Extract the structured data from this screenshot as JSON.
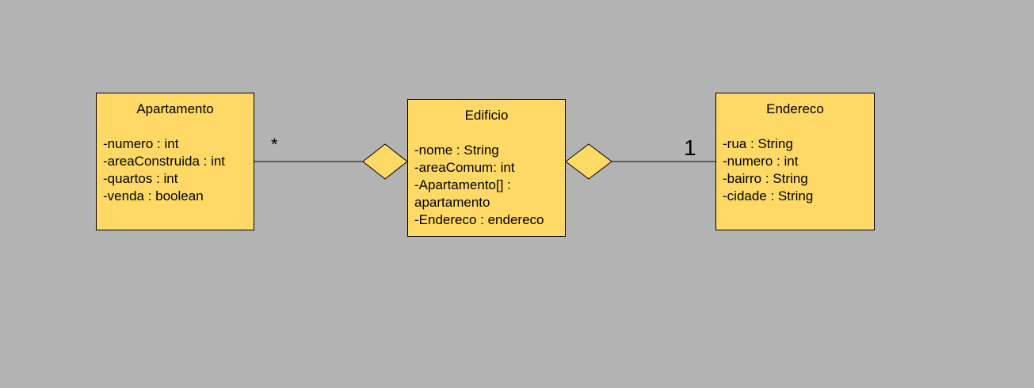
{
  "classes": {
    "apartamento": {
      "name": "Apartamento",
      "attributes": [
        "-numero : int",
        "-areaConstruida : int",
        "-quartos : int",
        "-venda : boolean"
      ]
    },
    "edificio": {
      "name": "Edificio",
      "attributes": [
        "-nome : String",
        "-areaComum: int",
        "-Apartamento[] : apartamento",
        "-Endereco : endereco"
      ]
    },
    "endereco": {
      "name": "Endereco",
      "attributes": [
        "-rua : String",
        "-numero : int",
        "-bairro : String",
        "-cidade : String"
      ]
    }
  },
  "associations": {
    "apartamento_edificio": {
      "multiplicity": "*",
      "end_style": "aggregation"
    },
    "edificio_endereco": {
      "multiplicity": "1",
      "end_style": "aggregation"
    }
  },
  "colors": {
    "background": "#b3b3b3",
    "class_fill": "#ffd966",
    "line": "#000000"
  }
}
